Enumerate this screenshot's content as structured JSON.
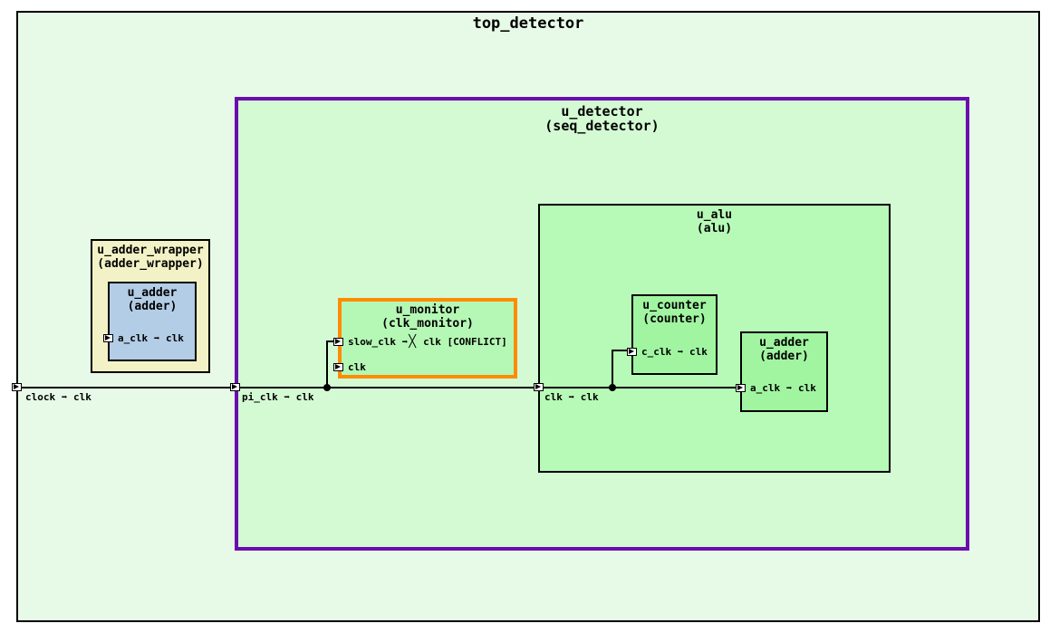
{
  "diagram": {
    "kind": "clock-tree hierarchy schematic",
    "colors": {
      "top_fill": "#e7fae7",
      "detector_fill": "#d4fad4",
      "detector_border": "#6a0dad",
      "wrapper_fill": "#f2f2c6",
      "wrapper_adder_fill": "#b3cde6",
      "monitor_fill": "#b5f7b5",
      "monitor_border": "#ff8c00",
      "alu_fill": "#b7fab7",
      "inner_green_fill": "#a1f5a1",
      "wire": "#000000"
    },
    "modules": {
      "top": {
        "name": "top_detector"
      },
      "detector": {
        "name": "u_detector",
        "type": "(seq_detector)"
      },
      "adder_wrapper": {
        "name": "u_adder_wrapper",
        "type": "(adder_wrapper)"
      },
      "wrapper_adder": {
        "name": "u_adder",
        "type": "(adder)"
      },
      "monitor": {
        "name": "u_monitor",
        "type": "(clk_monitor)"
      },
      "alu": {
        "name": "u_alu",
        "type": "(alu)"
      },
      "counter": {
        "name": "u_counter",
        "type": "(counter)"
      },
      "alu_adder": {
        "name": "u_adder",
        "type": "(adder)"
      }
    },
    "ports": {
      "top_clock": {
        "label": "clock ➡ clk"
      },
      "detector_pi_clk": {
        "label": "pi_clk ➡ clk"
      },
      "wrapper_adder_a_clk": {
        "label": "a_clk ➡ clk"
      },
      "monitor_slow_clk": {
        "pre": "slow_clk ➡",
        "conflict_mark": "╳",
        "post": "clk [CONFLICT]"
      },
      "monitor_clk": {
        "label": "clk"
      },
      "alu_clk": {
        "label": "clk ➡ clk"
      },
      "counter_c_clk": {
        "label": "c_clk ➡ clk"
      },
      "alu_adder_a_clk": {
        "label": "a_clk ➡ clk"
      }
    }
  }
}
